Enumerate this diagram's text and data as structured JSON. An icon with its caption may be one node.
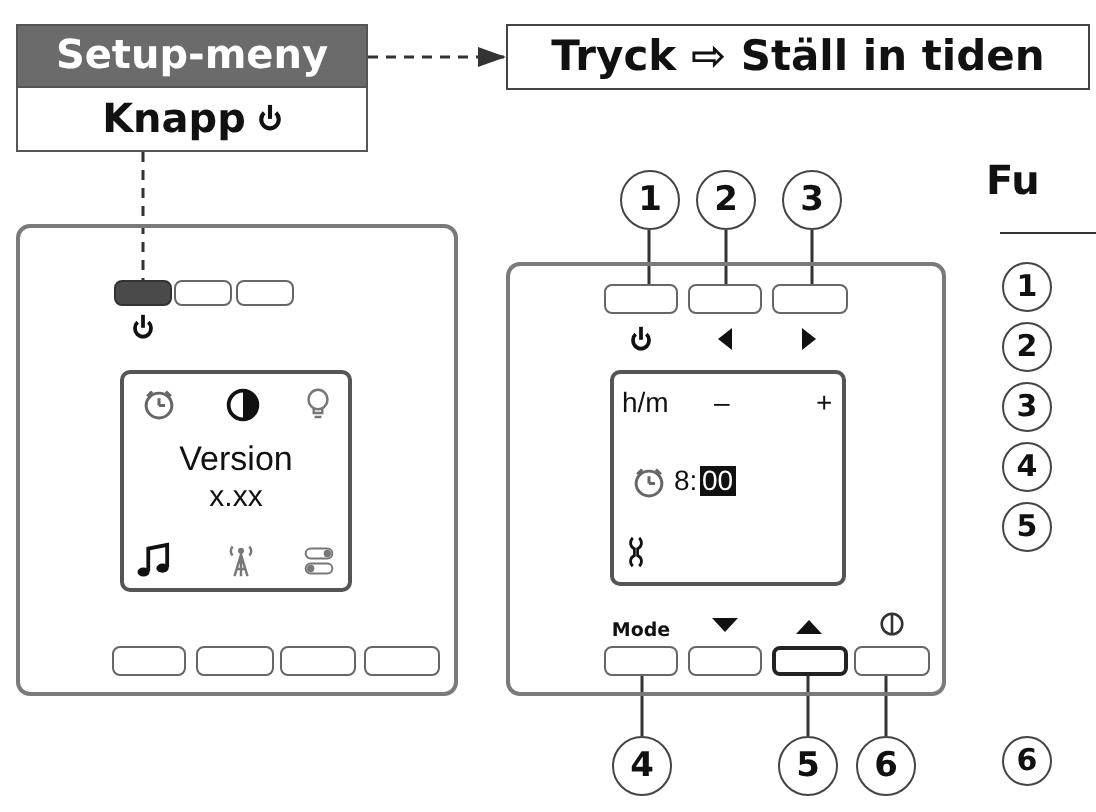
{
  "diagram": {
    "nodes": [
      {
        "text": [
          "Setup-meny",
          "Knapp"
        ]
      },
      {
        "text": [
          "Tryck ⇨ Ställ in tiden"
        ]
      },
      {
        "text": [
          "1"
        ]
      },
      {
        "text": [
          "2"
        ]
      },
      {
        "text": [
          "3"
        ]
      },
      {
        "text": [],
        "shape": "box"
      },
      {
        "text": [],
        "shape": "box",
        "in": 5
      },
      {
        "text": [],
        "shape": "box",
        "in": 5
      },
      {
        "text": [],
        "shape": "box",
        "in": 5
      },
      {
        "text": [
          "Version",
          "x.xx"
        ],
        "in": 5
      },
      {
        "text": [],
        "shape": "box",
        "in": 5
      },
      {
        "text": [],
        "shape": "box",
        "in": 5
      },
      {
        "text": [],
        "shape": "box",
        "in": 5
      },
      {
        "text": [],
        "shape": "box",
        "in": 5
      },
      {
        "text": [],
        "shape": "box"
      },
      {
        "text": [],
        "shape": "box",
        "in": 14
      },
      {
        "text": [],
        "shape": "box",
        "in": 14
      },
      {
        "text": [],
        "shape": "box",
        "in": 14
      },
      {
        "text": [
          "h/m",
          "–",
          "+",
          "8:",
          "00"
        ],
        "in": 14
      },
      {
        "text": [],
        "shape": "box",
        "in": 14,
        "beside": [
          "Mode"
        ]
      },
      {
        "text": [],
        "shape": "box",
        "in": 14
      },
      {
        "text": [],
        "shape": "box",
        "in": 14
      },
      {
        "text": [],
        "shape": "box",
        "in": 14
      },
      {
        "text": [
          "4"
        ]
      },
      {
        "text": [
          "5"
        ]
      },
      {
        "text": [
          "6"
        ]
      },
      {
        "text": [
          "1"
        ]
      },
      {
        "text": [
          "2"
        ]
      },
      {
        "text": [
          "3"
        ]
      },
      {
        "text": [
          "4"
        ]
      },
      {
        "text": [
          "5"
        ]
      },
      {
        "text": [
          "6"
        ]
      }
    ],
    "edges": [
      {
        "from": 0,
        "to": 1,
        "arrow": "to",
        "style": "dashed"
      },
      {
        "from": 0,
        "to": 6,
        "arrow": "none",
        "style": "dashed"
      },
      {
        "from": 2,
        "to": 15,
        "arrow": "none"
      },
      {
        "from": 3,
        "to": 16,
        "arrow": "none"
      },
      {
        "from": 4,
        "to": 17,
        "arrow": "none"
      },
      {
        "from": 23,
        "to": 19,
        "arrow": "none"
      },
      {
        "from": 24,
        "to": 21,
        "arrow": "none"
      },
      {
        "from": 25,
        "to": 22,
        "arrow": "none"
      }
    ],
    "labels": [
      "Fu"
    ]
  }
}
